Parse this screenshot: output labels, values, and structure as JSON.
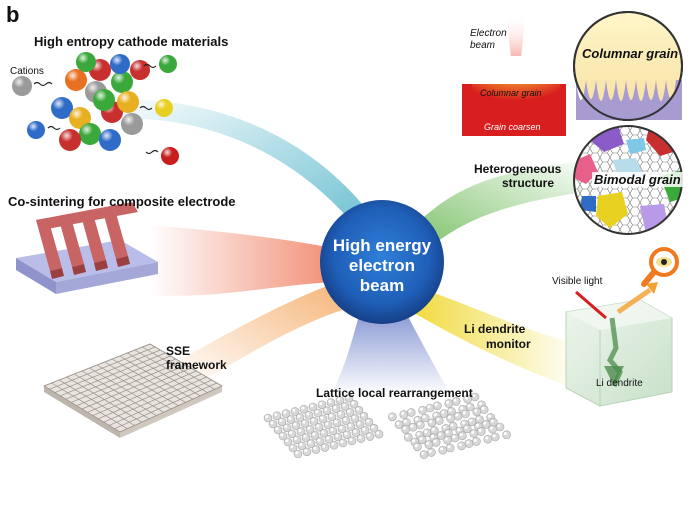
{
  "panel_letter": "b",
  "center": {
    "line1": "High energy",
    "line2": "electron",
    "line3": "beam"
  },
  "branches": {
    "cathode": "High entropy cathode materials",
    "cations": "Cations",
    "cosintering": "Co-sintering for composite electrode",
    "sse_line1": "SSE",
    "sse_line2": "framework",
    "lattice": "Lattice local rearrangement",
    "hetero_line1": "Heterogeneous",
    "hetero_line2": "structure",
    "dendrite_line1": "Li dendrite",
    "dendrite_line2": "monitor"
  },
  "grain": {
    "ebeam_line1": "Electron",
    "ebeam_line2": "beam",
    "columnar_small": "Columnar grain",
    "coarsen": "Grain coarsen",
    "columnar_big": "Columnar grain",
    "bimodal": "Bimodal grain"
  },
  "dendrite": {
    "visible_light": "Visible light",
    "li_dendrite": "Li dendrite"
  },
  "colors": {
    "center": "#1f5fb8",
    "cathode_branch": "#7fc8d8",
    "cosinter_branch": "#f2a08a",
    "sse_branch": "#f7c08a",
    "lattice_branch": "#9aa8d8",
    "hetero_branch": "#8cc87a",
    "dendrite_branch": "#f2e25a"
  }
}
